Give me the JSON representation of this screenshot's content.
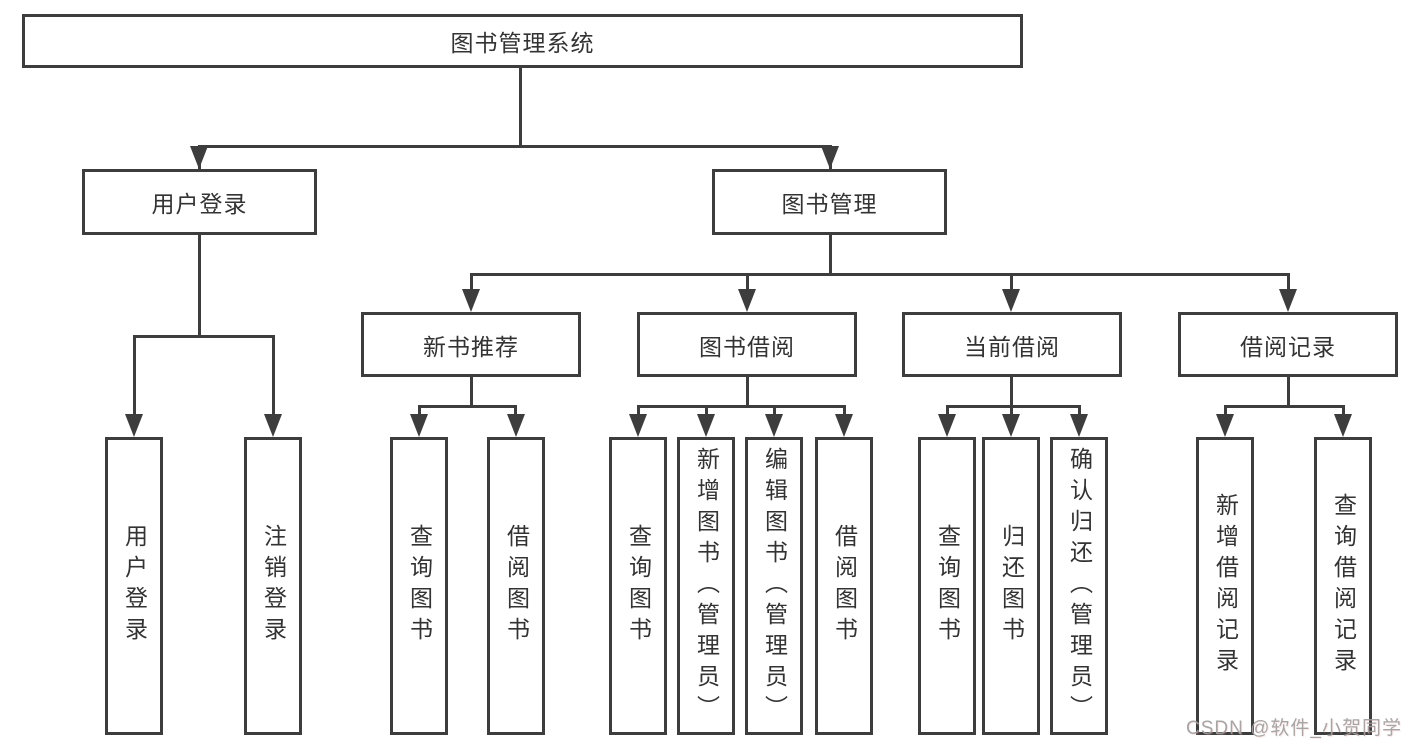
{
  "diagram_title": "图书管理系统",
  "nodes": {
    "root": "图书管理系统",
    "user_login": "用户登录",
    "book_mgmt": "图书管理",
    "new_books": "新书推荐",
    "book_borrow": "图书借阅",
    "current_borrow": "当前借阅",
    "borrow_records": "借阅记录",
    "login": "用户登录",
    "logout": "注销登录",
    "nb_query": "查询图书",
    "nb_borrow": "借阅图书",
    "bb_query": "查询图书",
    "bb_add": "新增图书（管理员）",
    "bb_edit": "编辑图书（管理员）",
    "bb_borrow": "借阅图书",
    "cb_query": "查询图书",
    "cb_return": "归还图书",
    "cb_confirm": "确认归还（管理员）",
    "br_add": "新增借阅记录",
    "br_query": "查询借阅记录"
  },
  "tree": {
    "label": "图书管理系统",
    "children": [
      {
        "label": "用户登录",
        "children": [
          {
            "label": "用户登录"
          },
          {
            "label": "注销登录"
          }
        ]
      },
      {
        "label": "图书管理",
        "children": [
          {
            "label": "新书推荐",
            "children": [
              {
                "label": "查询图书"
              },
              {
                "label": "借阅图书"
              }
            ]
          },
          {
            "label": "图书借阅",
            "children": [
              {
                "label": "查询图书"
              },
              {
                "label": "新增图书（管理员）"
              },
              {
                "label": "编辑图书（管理员）"
              },
              {
                "label": "借阅图书"
              }
            ]
          },
          {
            "label": "当前借阅",
            "children": [
              {
                "label": "查询图书"
              },
              {
                "label": "归还图书"
              },
              {
                "label": "确认归还（管理员）"
              }
            ]
          },
          {
            "label": "借阅记录",
            "children": [
              {
                "label": "新增借阅记录"
              },
              {
                "label": "查询借阅记录"
              }
            ]
          }
        ]
      }
    ]
  },
  "watermark": "CSDN @软件_小贺同学",
  "colors": {
    "line": "#3d3d3d",
    "text": "#333333",
    "background": "#ffffff",
    "watermark": "#9e9e9e"
  }
}
